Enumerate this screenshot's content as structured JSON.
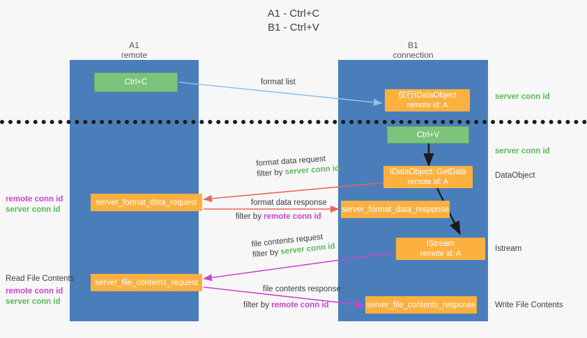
{
  "title": {
    "line1": "A1 - Ctrl+C",
    "line2": "B1 - Ctrl+V"
  },
  "colors": {
    "lane": "#4a7ebb",
    "green_box": "#7cc37c",
    "orange_box": "#fbb040",
    "green_text": "#5cb85c",
    "magenta_text": "#cc44cc",
    "arrow_blue": "#8ec5e8",
    "arrow_red": "#e8655a",
    "arrow_magenta": "#cc44cc",
    "arrow_dark": "#1b1b1b",
    "background": "#f7f7f7"
  },
  "lanes": [
    {
      "name": "A1",
      "sub": "remote"
    },
    {
      "name": "B1",
      "sub": "connection"
    }
  ],
  "boxes": {
    "ctrl_c": "Ctrl+C",
    "ctrl_v": "Ctrl+V",
    "idataobject_l1": "仅行IDataObject",
    "idataobject_l2": "remote id: A",
    "getdata_l1": "IDataObject::GetData",
    "getdata_l2": "remote id: A",
    "istream_l1": "IStream",
    "istream_l2": "remote id: A",
    "server_format_data_request": "server_format_data_request",
    "server_format_data_response": "server_format_data_response",
    "server_file_contents_request": "server_file_contents_request",
    "server_file_contents_response": "server_file_contents_response"
  },
  "arrow_labels": {
    "format_list": "format list",
    "format_data_request": "format data request",
    "format_data_request_filter_prefix": "filter by ",
    "format_data_request_filter_value": "server conn id",
    "format_data_response": "format data response",
    "format_data_response_filter_prefix": "filter by ",
    "format_data_response_filter_value": "remote conn id",
    "file_contents_request": "file contents request",
    "file_contents_request_filter_prefix": "filter by ",
    "file_contents_request_filter_value": "server conn id",
    "file_contents_response": "file contents response",
    "file_contents_response_filter_prefix": "filter by ",
    "file_contents_response_filter_value": "remote conn id"
  },
  "right_labels": {
    "server_conn_id_top": "server conn id",
    "server_conn_id_mid": "server conn id",
    "dataobject": "DataObject",
    "istream": "Istream",
    "write_file_contents": "Write File Contents"
  },
  "left_labels": {
    "remote_conn_id_upper": "remote conn id",
    "server_conn_id_upper": "server conn id",
    "read_file_contents": "Read File Contents",
    "remote_conn_id_lower": "remote conn id",
    "server_conn_id_lower": "server conn id"
  }
}
